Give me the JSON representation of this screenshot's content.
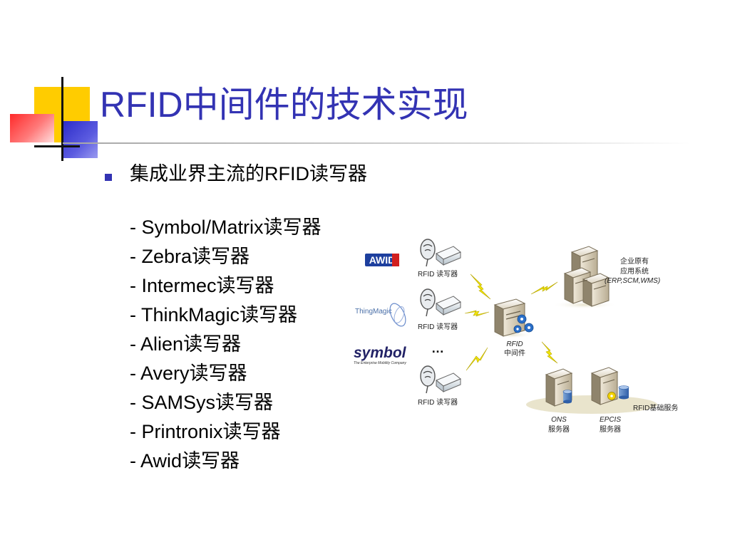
{
  "title": "RFID中间件的技术实现",
  "bullet": {
    "head_text": "集成业界主流的",
    "head_rfid": "RFID",
    "head_tail": "读写器"
  },
  "readers": [
    {
      "prefix": "- ",
      "brand": "Symbol/Matrix",
      "suffix": "读写器"
    },
    {
      "prefix": "- ",
      "brand": "Zebra",
      "suffix": "读写器"
    },
    {
      "prefix": "- ",
      "brand": "Intermec",
      "suffix": "读写器"
    },
    {
      "prefix": "- ",
      "brand": "ThinkMagic",
      "suffix": "读写器"
    },
    {
      "prefix": "- ",
      "brand": "Alien",
      "suffix": "读写器"
    },
    {
      "prefix": "- ",
      "brand": "Avery",
      "suffix": "读写器"
    },
    {
      "prefix": "- ",
      "brand": "SAMSys",
      "suffix": "读写器"
    },
    {
      "prefix": "- ",
      "brand": "Printronix",
      "suffix": "读写器"
    },
    {
      "prefix": "- ",
      "brand": "Awid",
      "suffix": "读写器"
    }
  ],
  "diagram": {
    "logos": {
      "awid": "AWID",
      "thingmagic": "ThingMagic",
      "symbol": "symbol",
      "symbol_tagline": "The Enterprise Mobility Company"
    },
    "reader_label": "RFID 读写器",
    "ellipsis": "…",
    "middleware_line1": "RFID",
    "middleware_line2": "中间件",
    "enterprise_line1": "企业原有",
    "enterprise_line2": "应用系统",
    "enterprise_line3": "(ERP,SCM,WMS)",
    "ons_line1": "ONS",
    "ons_line2": "服务器",
    "epcis_line1": "EPCIS",
    "epcis_line2": "服务器",
    "rfid_services": "RFID基础服务"
  },
  "colors": {
    "title": "#3333b3",
    "bullet": "#3333b3",
    "deco_yellow": "#ffcc00",
    "deco_blue": "#3333cc",
    "deco_red": "#ff3333",
    "lightning": "#f2e600"
  }
}
